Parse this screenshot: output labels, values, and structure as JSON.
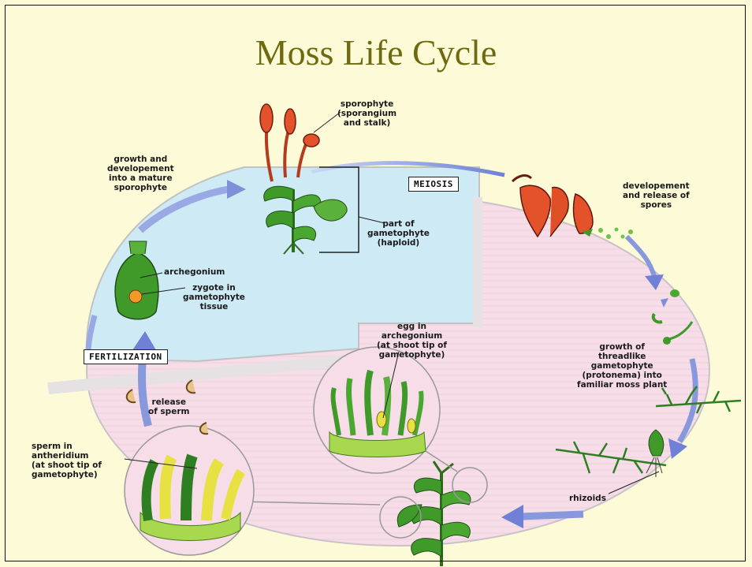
{
  "title": "Moss Life Cycle",
  "labels": {
    "sporophyte": "sporophyte\n(sporangium\nand stalk)",
    "growth_mature": "growth and\ndevelopement\ninto a mature\nsporophyte",
    "meiosis": "MEIOSIS",
    "release_spores": "developement\nand release of\nspores",
    "gametophyte_part": "part of\ngametophyte\n(haploid)",
    "archegonium": "archegonium",
    "zygote": "zygote in\ngametophyte\ntissue",
    "egg": "egg in\narchegonium\n(at shoot tip of\ngametophyte)",
    "threadlike": "growth of\nthreadlike\ngametophyte\n(protonema) into\nfamiliar moss plant",
    "fertilization": "FERTILIZATION",
    "release_sperm": "release\nof sperm",
    "sperm": "sperm in\nantheridium\n(at shoot tip of\ngametophyte)",
    "rhizoids": "rhizoids"
  },
  "colors": {
    "background": "#fdfbd7",
    "title": "#6e6a10",
    "haploid_region": "#f6dde8",
    "diploid_region": "#cdeaf5",
    "arrow": "#7f8fd8",
    "plant_green": "#3f9a2a",
    "sporangium": "#e3522a",
    "sperm_yellow": "#e7e142"
  }
}
